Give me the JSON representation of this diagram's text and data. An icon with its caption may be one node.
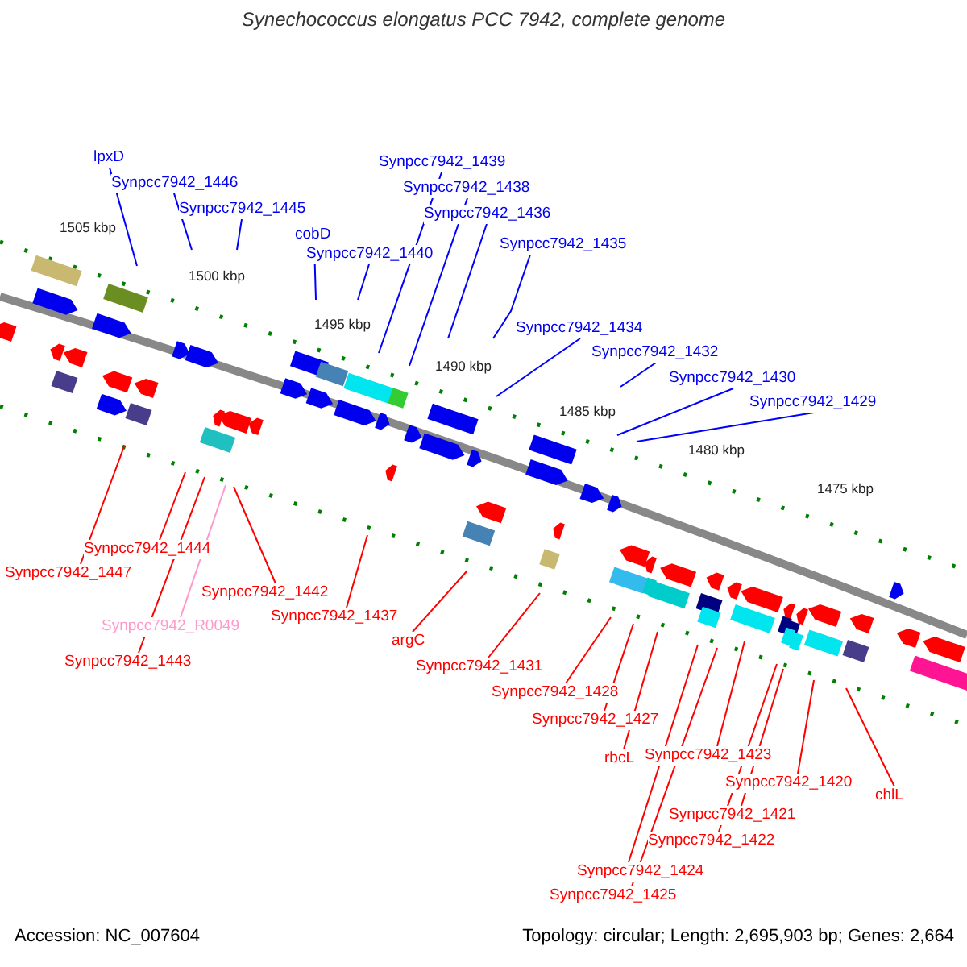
{
  "diagram": {
    "title": "Synechococcus elongatus PCC 7942, complete genome",
    "nodes": [
      {
        "text": [
          "lpxD"
        ]
      },
      {
        "text": [
          "Synpcc7942_1446"
        ]
      },
      {
        "text": [
          "Synpcc7942_1445"
        ]
      },
      {
        "text": [
          "cobD"
        ]
      },
      {
        "text": [
          "Synpcc7942_1440"
        ]
      },
      {
        "text": [
          "Synpcc7942_1439"
        ]
      },
      {
        "text": [
          "Synpcc7942_1438"
        ]
      },
      {
        "text": [
          "Synpcc7942_1436"
        ]
      },
      {
        "text": [
          "Synpcc7942_1435"
        ]
      },
      {
        "text": [
          "Synpcc7942_1434"
        ]
      },
      {
        "text": [
          "Synpcc7942_1432"
        ]
      },
      {
        "text": [
          "Synpcc7942_1430"
        ]
      },
      {
        "text": [
          "Synpcc7942_1429"
        ]
      },
      {
        "text": [
          "Synpcc7942_1444"
        ]
      },
      {
        "text": [
          "Synpcc7942_1447"
        ]
      },
      {
        "text": [
          "Synpcc7942_1442"
        ]
      },
      {
        "text": [
          "Synpcc7942_R0049"
        ]
      },
      {
        "text": [
          "Synpcc7942_1443"
        ]
      },
      {
        "text": [
          "Synpcc7942_1437"
        ]
      },
      {
        "text": [
          "argC"
        ]
      },
      {
        "text": [
          "Synpcc7942_1431"
        ]
      },
      {
        "text": [
          "Synpcc7942_1428"
        ]
      },
      {
        "text": [
          "Synpcc7942_1427"
        ]
      },
      {
        "text": [
          "rbcL"
        ]
      },
      {
        "text": [
          "Synpcc7942_1423"
        ]
      },
      {
        "text": [
          "Synpcc7942_1420"
        ]
      },
      {
        "text": [
          "chlL"
        ]
      },
      {
        "text": [
          "Synpcc7942_1421"
        ]
      },
      {
        "text": [
          "Synpcc7942_1422"
        ]
      },
      {
        "text": [
          "Synpcc7942_1424"
        ]
      },
      {
        "text": [
          "Synpcc7942_1425"
        ]
      }
    ],
    "edges": [
      {
        "from": 0,
        "to": null,
        "arrow": "none",
        "color": "#0000ff"
      },
      {
        "from": 1,
        "to": null,
        "arrow": "none",
        "color": "#0000ff"
      },
      {
        "from": 2,
        "to": null,
        "arrow": "none",
        "color": "#0000ff"
      },
      {
        "from": 3,
        "to": null,
        "arrow": "none",
        "color": "#0000ff"
      },
      {
        "from": 4,
        "to": null,
        "arrow": "none",
        "color": "#0000ff"
      },
      {
        "from": 5,
        "to": null,
        "arrow": "none",
        "color": "#0000ff"
      },
      {
        "from": 6,
        "to": null,
        "arrow": "none",
        "color": "#0000ff"
      },
      {
        "from": 7,
        "to": null,
        "arrow": "none",
        "color": "#0000ff"
      },
      {
        "from": 8,
        "to": null,
        "arrow": "none",
        "color": "#0000ff"
      },
      {
        "from": 9,
        "to": null,
        "arrow": "none",
        "color": "#0000ff"
      },
      {
        "from": 10,
        "to": null,
        "arrow": "none",
        "color": "#0000ff"
      },
      {
        "from": 11,
        "to": null,
        "arrow": "none",
        "color": "#0000ff"
      },
      {
        "from": 12,
        "to": null,
        "arrow": "none",
        "color": "#0000ff"
      },
      {
        "from": 13,
        "to": null,
        "arrow": "none"
      },
      {
        "from": 14,
        "to": null,
        "arrow": "none"
      },
      {
        "from": 15,
        "to": null,
        "arrow": "none"
      },
      {
        "from": 16,
        "to": null,
        "arrow": "none",
        "color": "#ff99cc"
      },
      {
        "from": 17,
        "to": null,
        "arrow": "none"
      },
      {
        "from": 18,
        "to": null,
        "arrow": "none"
      },
      {
        "from": 19,
        "to": null,
        "arrow": "none"
      },
      {
        "from": 20,
        "to": null,
        "arrow": "none"
      },
      {
        "from": 21,
        "to": null,
        "arrow": "none"
      },
      {
        "from": 22,
        "to": null,
        "arrow": "none"
      },
      {
        "from": 23,
        "to": null,
        "arrow": "none"
      },
      {
        "from": 24,
        "to": null,
        "arrow": "none"
      },
      {
        "from": 25,
        "to": null,
        "arrow": "none"
      },
      {
        "from": 26,
        "to": null,
        "arrow": "none"
      },
      {
        "from": 27,
        "to": null,
        "arrow": "none"
      },
      {
        "from": 28,
        "to": null,
        "arrow": "none"
      },
      {
        "from": 29,
        "to": null,
        "arrow": "none"
      },
      {
        "from": 30,
        "to": null,
        "arrow": "none"
      }
    ],
    "labels": [
      "1505 kbp",
      "1500 kbp",
      "1495 kbp",
      "1490 kbp",
      "1485 kbp",
      "1480 kbp",
      "1475 kbp",
      "Accession: NC_007604",
      "Topology: circular; Length: 2,695,903 bp; Genes: 2,664"
    ]
  }
}
